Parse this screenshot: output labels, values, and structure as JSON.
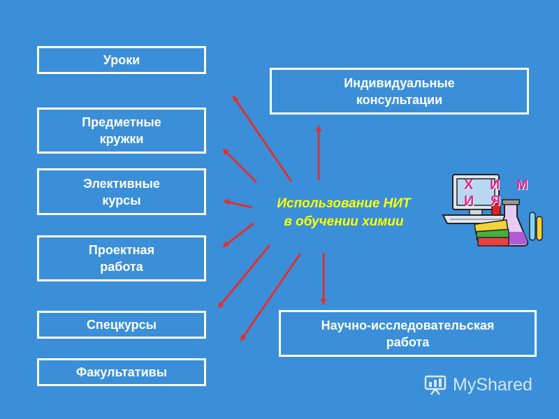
{
  "left_boxes": {
    "lessons": "Уроки",
    "circles": [
      "Предметные",
      "кружки"
    ],
    "elective": [
      "Элективные",
      "курсы"
    ],
    "project": [
      "Проектная",
      "работа"
    ],
    "special": "Спецкурсы",
    "optional": "Факультативы"
  },
  "right_boxes": {
    "consultations": [
      "Индивидуальные",
      "консультации"
    ],
    "research": [
      "Научно-исследовательская",
      "работа"
    ]
  },
  "center": [
    "Использование НИТ",
    "в обучении химии"
  ],
  "clipart_label": "Х И М И Я",
  "watermark": "MyShared",
  "icons": [
    "computer-chemistry-clipart",
    "presentation-icon"
  ],
  "colors": {
    "background": "#3a8fd8",
    "box_border": "#ffffff",
    "center_text": "#ffff00",
    "arrow": "#e03030"
  }
}
